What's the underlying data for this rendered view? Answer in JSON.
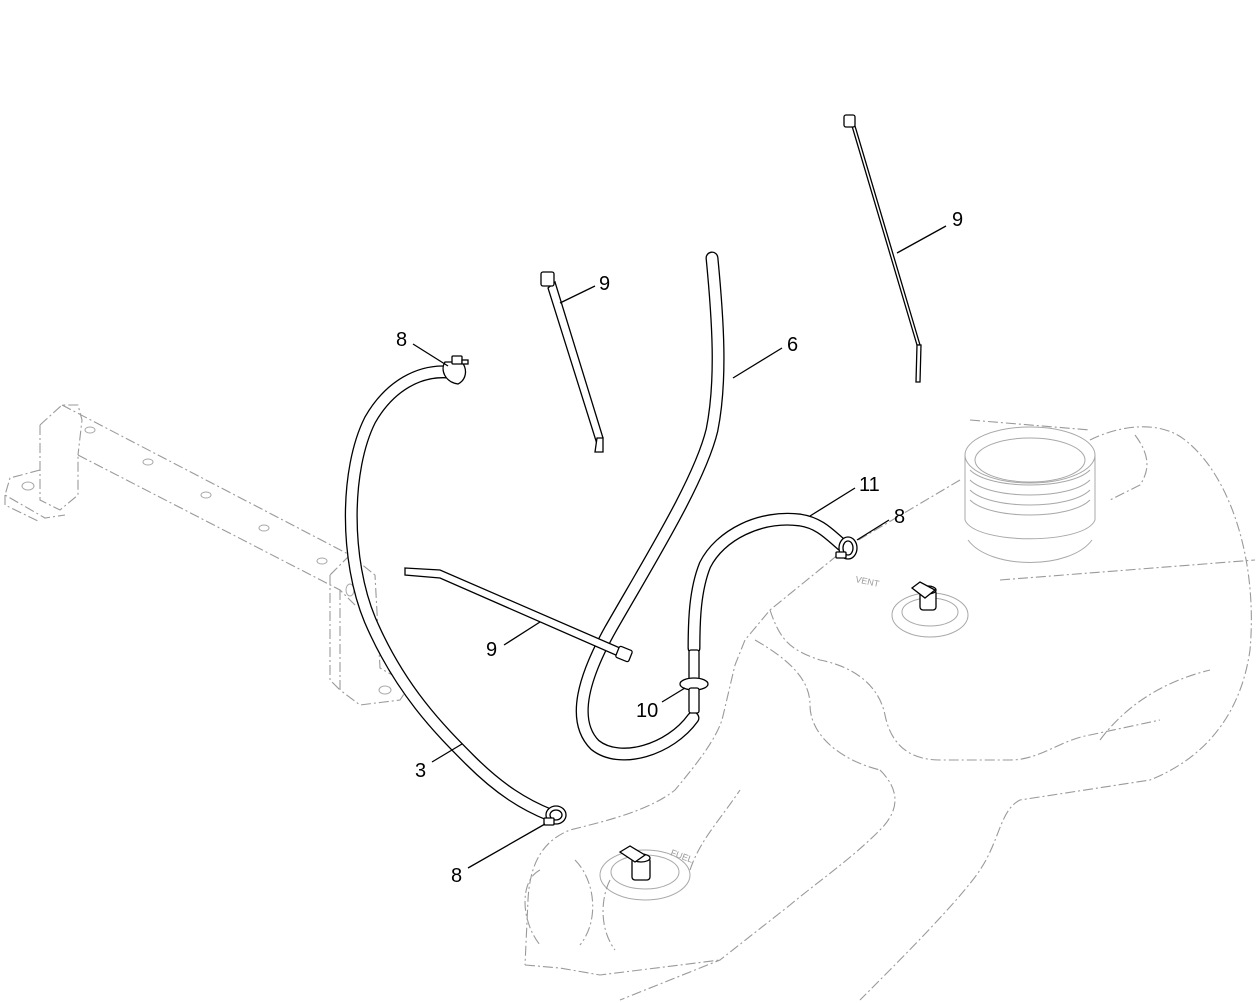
{
  "diagram": {
    "tank_markings": {
      "top_fitting": "VENT",
      "bottom_fitting": "FUEL"
    },
    "callouts": [
      {
        "id": "c-9-top-right",
        "label": "9"
      },
      {
        "id": "c-9-top-left",
        "label": "9"
      },
      {
        "id": "c-6",
        "label": "6"
      },
      {
        "id": "c-8-top",
        "label": "8"
      },
      {
        "id": "c-11",
        "label": "11"
      },
      {
        "id": "c-8-right",
        "label": "8"
      },
      {
        "id": "c-9-middle",
        "label": "9"
      },
      {
        "id": "c-10",
        "label": "10"
      },
      {
        "id": "c-3",
        "label": "3"
      },
      {
        "id": "c-8-bottom",
        "label": "8"
      }
    ]
  }
}
